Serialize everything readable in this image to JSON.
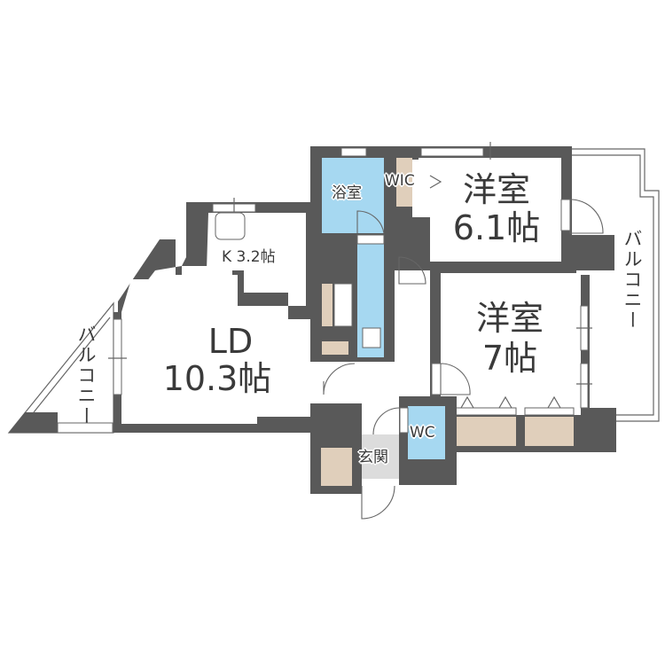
{
  "floorplan": {
    "rooms": {
      "western_room_1": {
        "name": "洋室",
        "size": "6.1帖"
      },
      "western_room_2": {
        "name": "洋室",
        "size": "7帖"
      },
      "living_dining": {
        "name": "LD",
        "size": "10.3帖"
      },
      "kitchen": {
        "label": "K 3.2帖"
      },
      "bathroom": {
        "label": "浴室"
      },
      "walk_in_closet": {
        "label": "WIC"
      },
      "toilet": {
        "label": "WC"
      },
      "entrance": {
        "label": "玄関"
      },
      "balcony_right": {
        "label": "バルコニー"
      },
      "balcony_left": {
        "label": "バルコニー"
      }
    },
    "colors": {
      "wall": "#595959",
      "wet_area": "#a6d8f1",
      "storage": "#e0cfbb",
      "entrance_floor": "#dcdcdc"
    }
  }
}
